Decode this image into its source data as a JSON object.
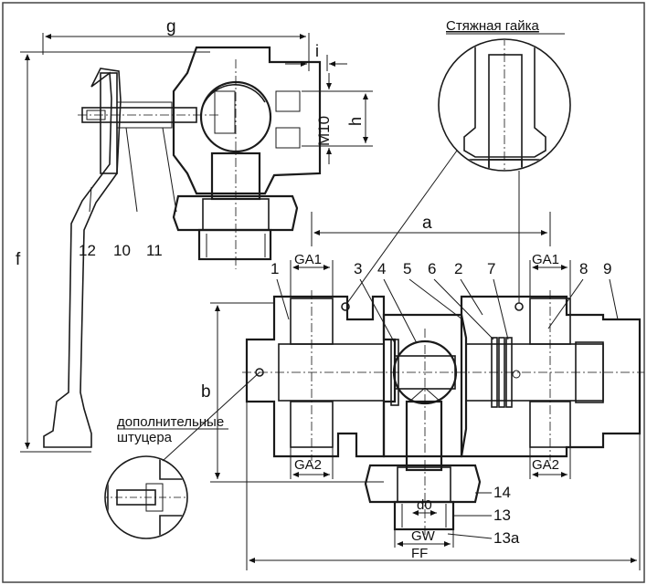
{
  "title_detail": "Стяжная гайка",
  "note_fittings_line1": "дополнительные",
  "note_fittings_line2": "штуцера",
  "dimensions": {
    "g": "g",
    "i": "i",
    "h": "h",
    "f": "f",
    "a": "a",
    "b": "b",
    "m10": "M10",
    "ga1_left": "GA1",
    "ga1_right": "GA1",
    "ga2_left": "GA2",
    "ga2_right": "GA2",
    "d0": "d0",
    "gw": "GW",
    "ff": "FF"
  },
  "part_numbers_top": [
    "12",
    "10",
    "11"
  ],
  "part_numbers_main": [
    "1",
    "3",
    "4",
    "5",
    "6",
    "2",
    "7",
    "8",
    "9"
  ],
  "part_numbers_bottom": [
    "14",
    "13",
    "13a"
  ],
  "colors": {
    "ink": "#1a1a1a",
    "paper": "#ffffff",
    "frame": "#444444"
  }
}
